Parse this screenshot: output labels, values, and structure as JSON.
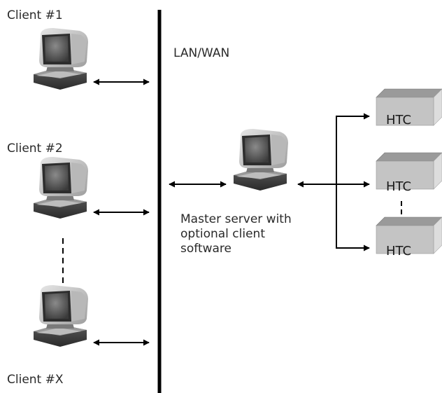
{
  "clients": [
    {
      "label": "Client #1"
    },
    {
      "label": "Client #2"
    },
    {
      "label": "Client #X"
    }
  ],
  "network": {
    "label": "LAN/WAN"
  },
  "server": {
    "caption_lines": [
      "Master server with",
      "optional client",
      "software"
    ]
  },
  "htc_units": [
    {
      "label": "HTC"
    },
    {
      "label": "HTC"
    },
    {
      "label": "HTC"
    }
  ],
  "colors": {
    "line": "#000000",
    "computer_body": "#cfcfcf",
    "computer_dark": "#3a3a3a",
    "htc_front": "#c4c4c4",
    "htc_top": "#9a9a9a",
    "htc_side": "#dddddd"
  },
  "icons": [
    "computer-icon",
    "htc-box-icon",
    "double-arrow-icon"
  ]
}
